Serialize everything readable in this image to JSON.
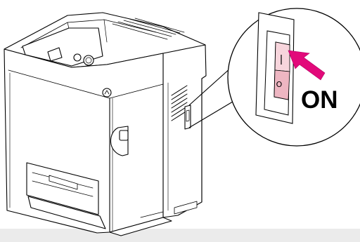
{
  "figure": {
    "callout_label": "ON",
    "switch_on_symbol": "I",
    "switch_off_symbol": "O",
    "icons": [
      "printer-icon",
      "power-switch-icon",
      "arrow-icon",
      "magnifier-callout-icon"
    ],
    "colors": {
      "switch_highlight": "#f4c5cf",
      "arrow": "#e20a7a",
      "footer_band": "#ebebeb",
      "line": "#000000"
    }
  }
}
